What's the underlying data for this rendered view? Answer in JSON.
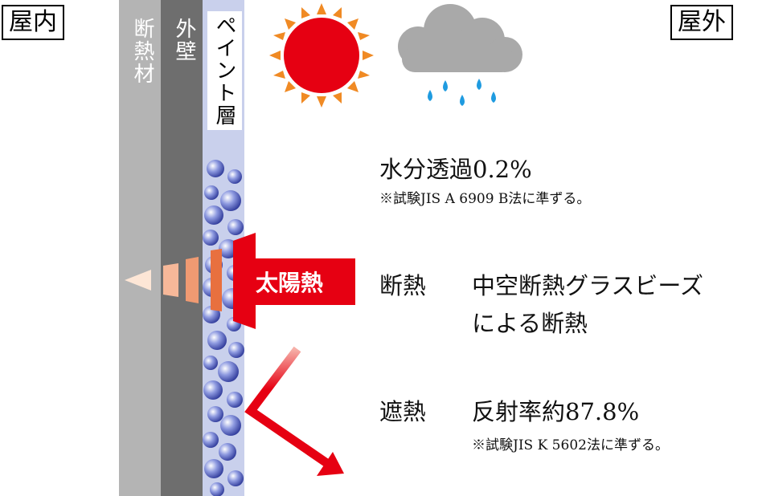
{
  "labels": {
    "indoor": "屋内",
    "outdoor": "屋外",
    "insulation": "断熱材",
    "outer_wall": "外壁",
    "paint_layer": "ペイント層",
    "solar_heat": "太陽熱"
  },
  "info": {
    "moisture": "水分透過0.2%",
    "moisture_note": "※試験JIS A 6909 B法に準ずる。",
    "insulation_title": "断熱",
    "insulation_desc_1": "中空断熱グラスビーズ",
    "insulation_desc_2": "による断熱",
    "shield_title": "遮熱",
    "shield_desc": "反射率約87.8%",
    "shield_note": "※試験JIS K 5602法に準ずる。"
  },
  "icons": [
    "sun-icon",
    "rain-cloud-icon",
    "heat-arrow-icon",
    "reflection-arrow-icon"
  ],
  "colors": {
    "insulation": "#b4b4b4",
    "outer_wall": "#6e6e6e",
    "paint": "#c9d0ec",
    "sun": "#e60012",
    "sun_rays": "#f08a24",
    "cloud": "#a9a9a9",
    "rain": "#1f9be0",
    "heat": "#e60012"
  }
}
